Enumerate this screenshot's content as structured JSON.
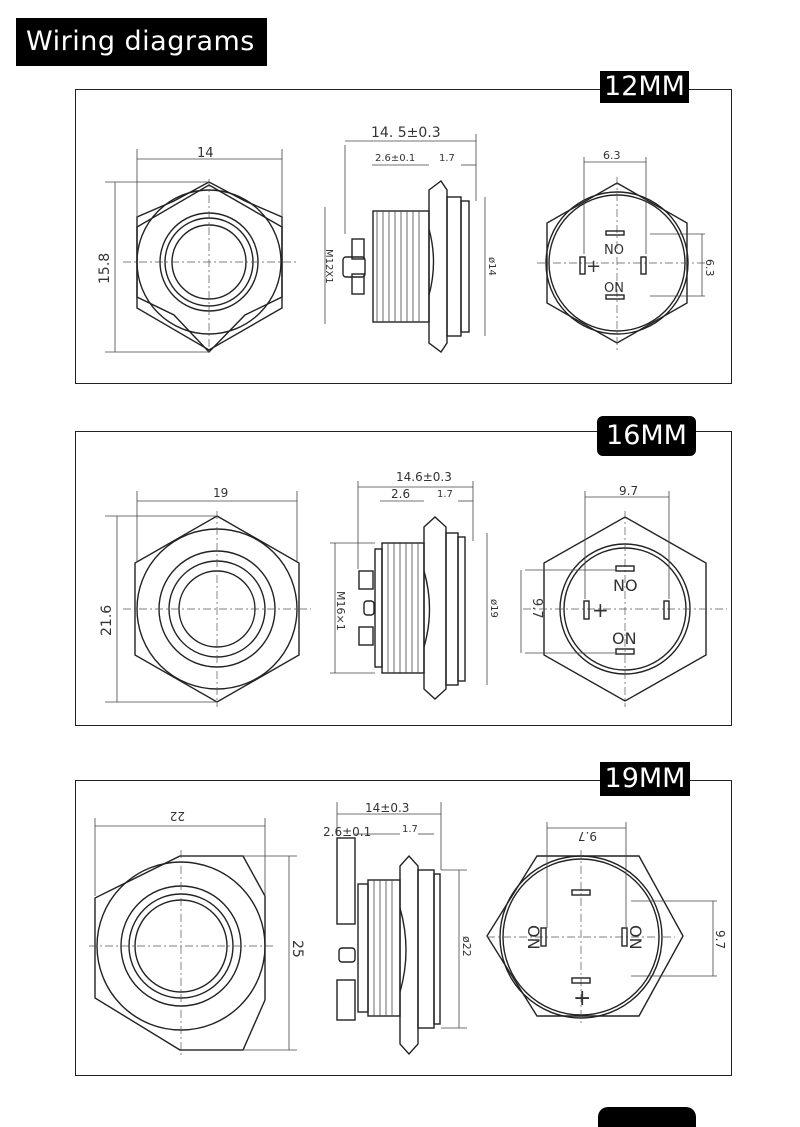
{
  "header": {
    "title": "Wiring diagrams"
  },
  "panels": [
    {
      "size_label": "12MM",
      "front": {
        "width": "14",
        "height": "15.8"
      },
      "side": {
        "length": "14. 5±0.3",
        "thread_gap": "2.6±0.1",
        "flange": "1.7",
        "thread": "M12X1",
        "diameter": "ø14"
      },
      "back": {
        "width": "6.3",
        "height": "6.3",
        "top_label": "NO",
        "bottom_label": "ON",
        "plus": "+"
      }
    },
    {
      "size_label": "16MM",
      "front": {
        "width": "19",
        "height": "21.6"
      },
      "side": {
        "length": "14.6±0.3",
        "thread_gap": "2.6",
        "flange": "1.7",
        "thread": "M16×1",
        "diameter": "ø19"
      },
      "back": {
        "width": "9.7",
        "height": "9.7",
        "top_label": "NO",
        "bottom_label": "ON",
        "plus": "+"
      }
    },
    {
      "size_label": "19MM",
      "front": {
        "width": "22",
        "height": "25"
      },
      "side": {
        "length": "14±0.3",
        "thread_gap": "2.6±0.1",
        "flange": "1.7",
        "diameter": "ø22"
      },
      "back": {
        "width": "9.7",
        "height": "9.7",
        "left_label": "ON",
        "right_label": "ON",
        "plus": "+"
      }
    }
  ]
}
